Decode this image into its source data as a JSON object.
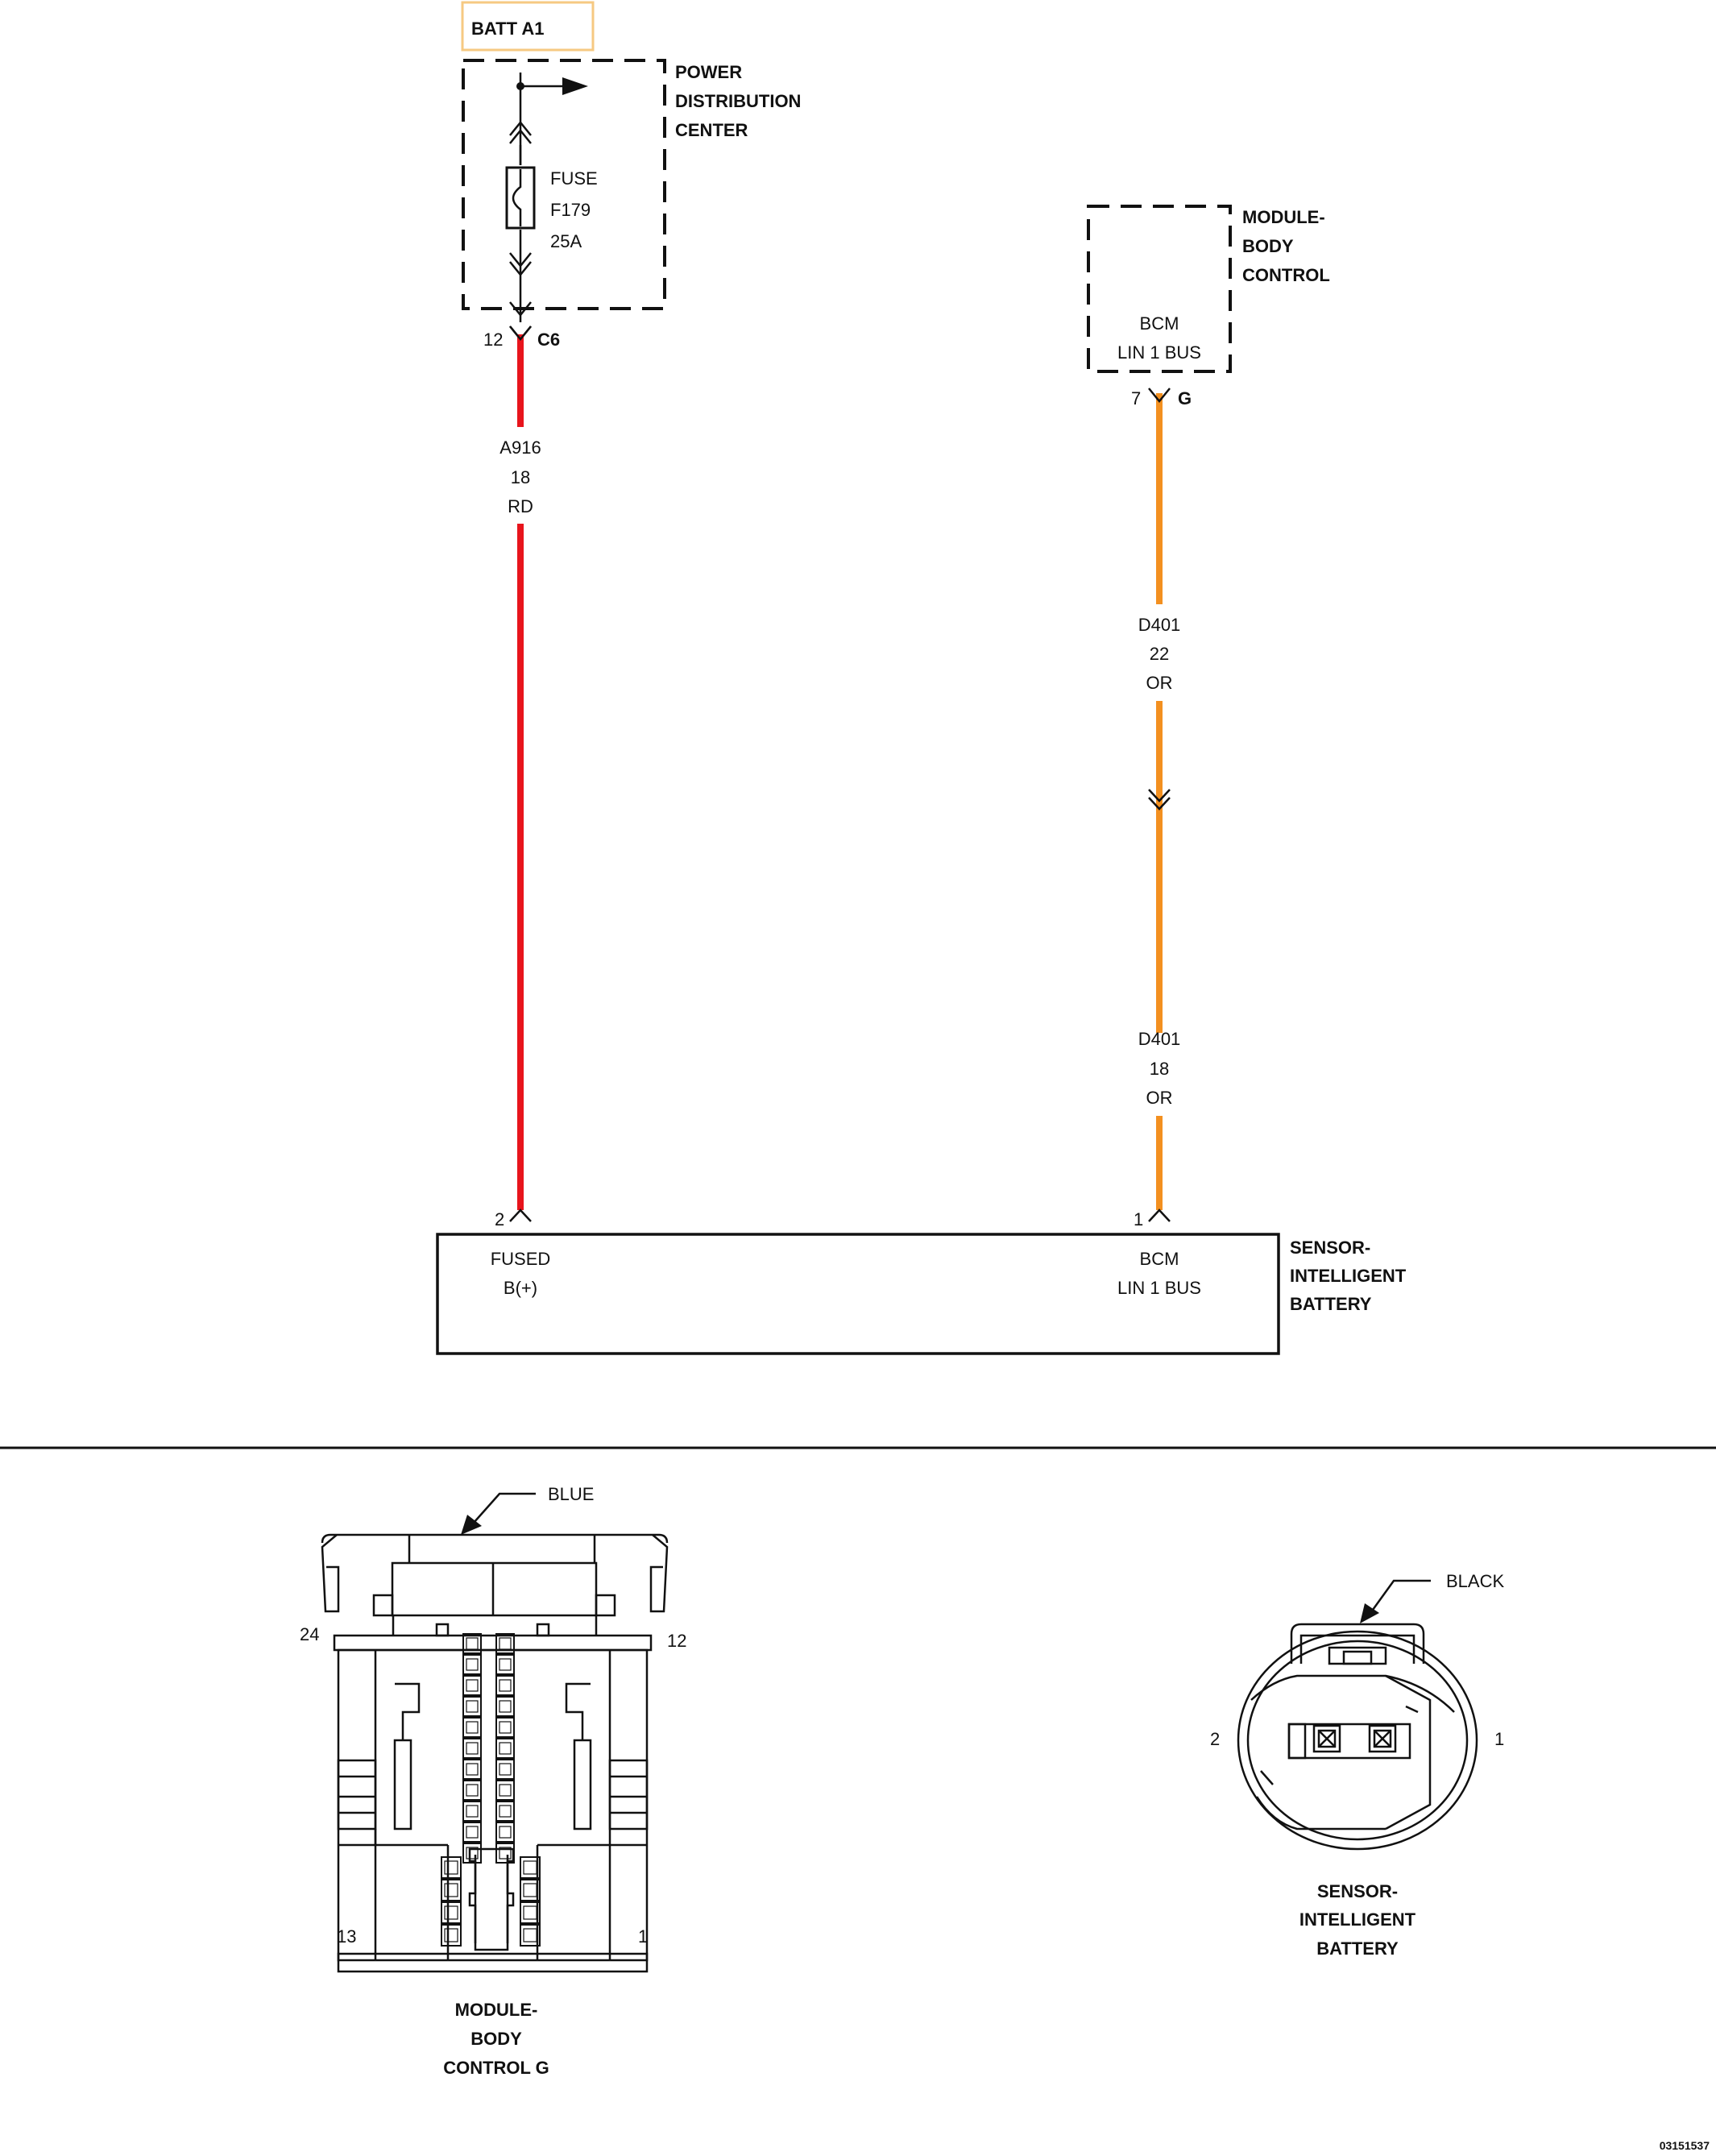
{
  "colors": {
    "wire_red": "#e8141c",
    "wire_orange": "#f39020",
    "batt_box_border": "#f6c982",
    "line": "#111111"
  },
  "batt_label": "BATT A1",
  "pdc": {
    "name_lines": [
      "POWER",
      "DISTRIBUTION",
      "CENTER"
    ],
    "fuse_lines": [
      "FUSE",
      "F179",
      "25A"
    ],
    "connector_pin": "12",
    "connector_id": "C6"
  },
  "bcm": {
    "name_lines": [
      "MODULE-",
      "BODY",
      "CONTROL"
    ],
    "inner_lines": [
      "BCM",
      "LIN 1 BUS"
    ],
    "connector_pin": "7",
    "connector_id": "G"
  },
  "wire_a916": {
    "circuit": "A916",
    "gauge": "18",
    "color_code": "RD"
  },
  "wire_d401_upper": {
    "circuit": "D401",
    "gauge": "22",
    "color_code": "OR"
  },
  "wire_d401_lower": {
    "circuit": "D401",
    "gauge": "18",
    "color_code": "OR"
  },
  "sensor": {
    "name_lines": [
      "SENSOR-",
      "INTELLIGENT",
      "BATTERY"
    ],
    "pin2": "2",
    "pin2_lines": [
      "FUSED",
      "B(+)"
    ],
    "pin1": "1",
    "pin1_lines": [
      "BCM",
      "LIN 1 BUS"
    ]
  },
  "bcm_connector_view": {
    "color_label": "BLUE",
    "pin_24": "24",
    "pin_12": "12",
    "pin_13": "13",
    "pin_1": "1",
    "caption_lines": [
      "MODULE-",
      "BODY",
      "CONTROL G"
    ]
  },
  "sensor_connector_view": {
    "color_label": "BLACK",
    "pin_2": "2",
    "pin_1": "1",
    "caption_lines": [
      "SENSOR-",
      "INTELLIGENT",
      "BATTERY"
    ]
  },
  "figure_id": "03151537"
}
